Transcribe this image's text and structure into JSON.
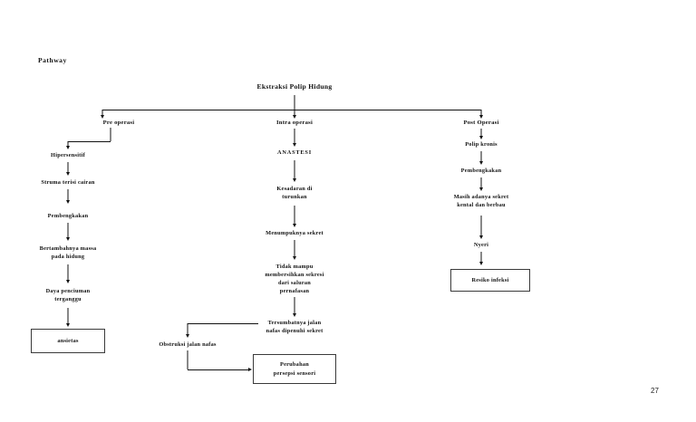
{
  "document": {
    "pathway_label": "Pathway",
    "page_number": "27",
    "title": "Ekstraksi Polip Hidung"
  },
  "branches": {
    "pre": {
      "label": "Pre operasi",
      "steps": [
        "Hipersensitif",
        "Struma terisi cairan",
        "Pembengkakan",
        "Bertambahnya massa\npada hidung",
        "Daya penciuman\nterganggu"
      ],
      "outcome": "ansietas"
    },
    "intra": {
      "label": "Intra operasi",
      "steps": [
        "ANASTESI",
        "Kesadaran di\nturunkan",
        "Menumpuknya sekret",
        "Tidak mampu\nmembersihkan sekresi\ndari saluran\npernafasan",
        "Tersumbatnya jalan\nnafas dipenuhi sekret"
      ],
      "side_step": "Obstruksi jalan nafas",
      "outcome": "Perubahan\npersepsi sensori"
    },
    "post": {
      "label": "Post Operasi",
      "steps": [
        "Polip kronis",
        "Pembengkakan",
        "Masih adanya sekret\nkental dan berbau",
        "Nyeri"
      ],
      "outcome": "Resiko infeksi"
    }
  },
  "colors": {
    "ink": "#111111",
    "box_border": "#3a3a3a",
    "page_background": "#ffffff"
  }
}
